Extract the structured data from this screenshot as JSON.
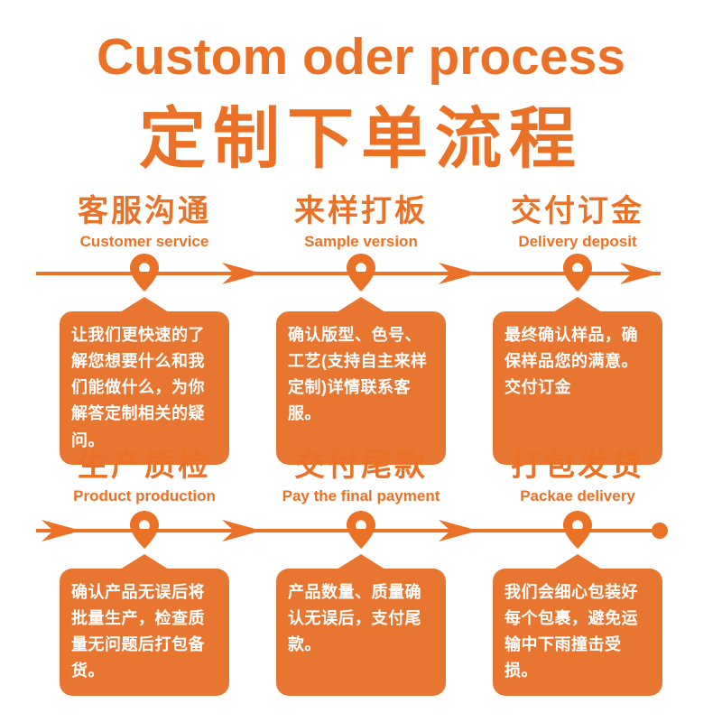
{
  "page": {
    "title_en": "Custom oder process",
    "title_cn": "定制下单流程"
  },
  "colors": {
    "accent": "#ea7125",
    "box_bg": "#e97630",
    "box_text": "#ffffff"
  },
  "icons": {
    "pin": "location-pin",
    "arrow": "arrow-right",
    "dot": "end-dot"
  },
  "rows": [
    {
      "steps": [
        {
          "cn": "客服沟通",
          "en": "Customer service",
          "desc": "让我们更快速的了解您想要什么和我们能做什么，为你解答定制相关的疑问。"
        },
        {
          "cn": "来样打板",
          "en": "Sample version",
          "desc": "确认版型、色号、工艺(支持自主来样定制)详情联系客服。"
        },
        {
          "cn": "交付订金",
          "en": "Delivery deposit",
          "desc": "最终确认样品，确保样品您的满意。交付订金"
        }
      ]
    },
    {
      "steps": [
        {
          "cn": "生产质检",
          "en": "Product production",
          "desc": "确认产品无误后将批量生产，检查质量无问题后打包备货。"
        },
        {
          "cn": "交付尾款",
          "en": "Pay the final payment",
          "desc": "产品数量、质量确认无误后，支付尾款。"
        },
        {
          "cn": "打包发货",
          "en": "Packae delivery",
          "desc": "我们会细心包装好每个包裹，避免运输中下雨撞击受损。"
        }
      ]
    }
  ]
}
